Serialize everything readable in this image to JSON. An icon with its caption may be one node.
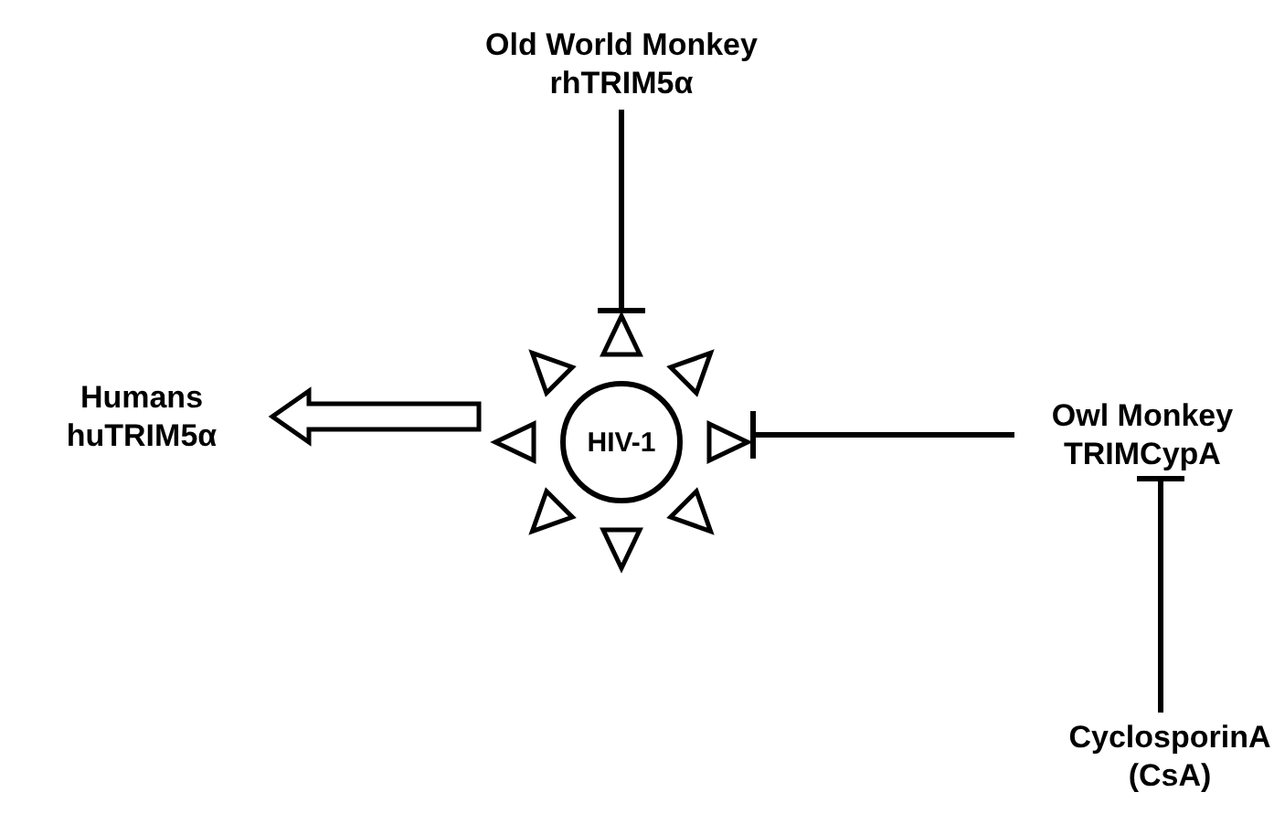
{
  "diagram": {
    "nodes": [
      {
        "text": [
          "Old World Monkey",
          "rhTRIM5α"
        ]
      },
      {
        "text": [
          "HIV-1"
        ]
      },
      {
        "text": [
          "Humans",
          "huTRIM5α"
        ]
      },
      {
        "text": [
          "Owl Monkey",
          "TRIMCypA"
        ]
      },
      {
        "text": [
          "CyclosporinA (CsA)"
        ]
      }
    ],
    "edges": [
      {
        "from": 0,
        "to": 1,
        "arrow": "other"
      },
      {
        "from": 1,
        "to": 2,
        "arrow": "to",
        "style": "thick"
      },
      {
        "from": 3,
        "to": 1,
        "arrow": "other"
      },
      {
        "from": 4,
        "to": 3,
        "arrow": "other"
      }
    ]
  }
}
